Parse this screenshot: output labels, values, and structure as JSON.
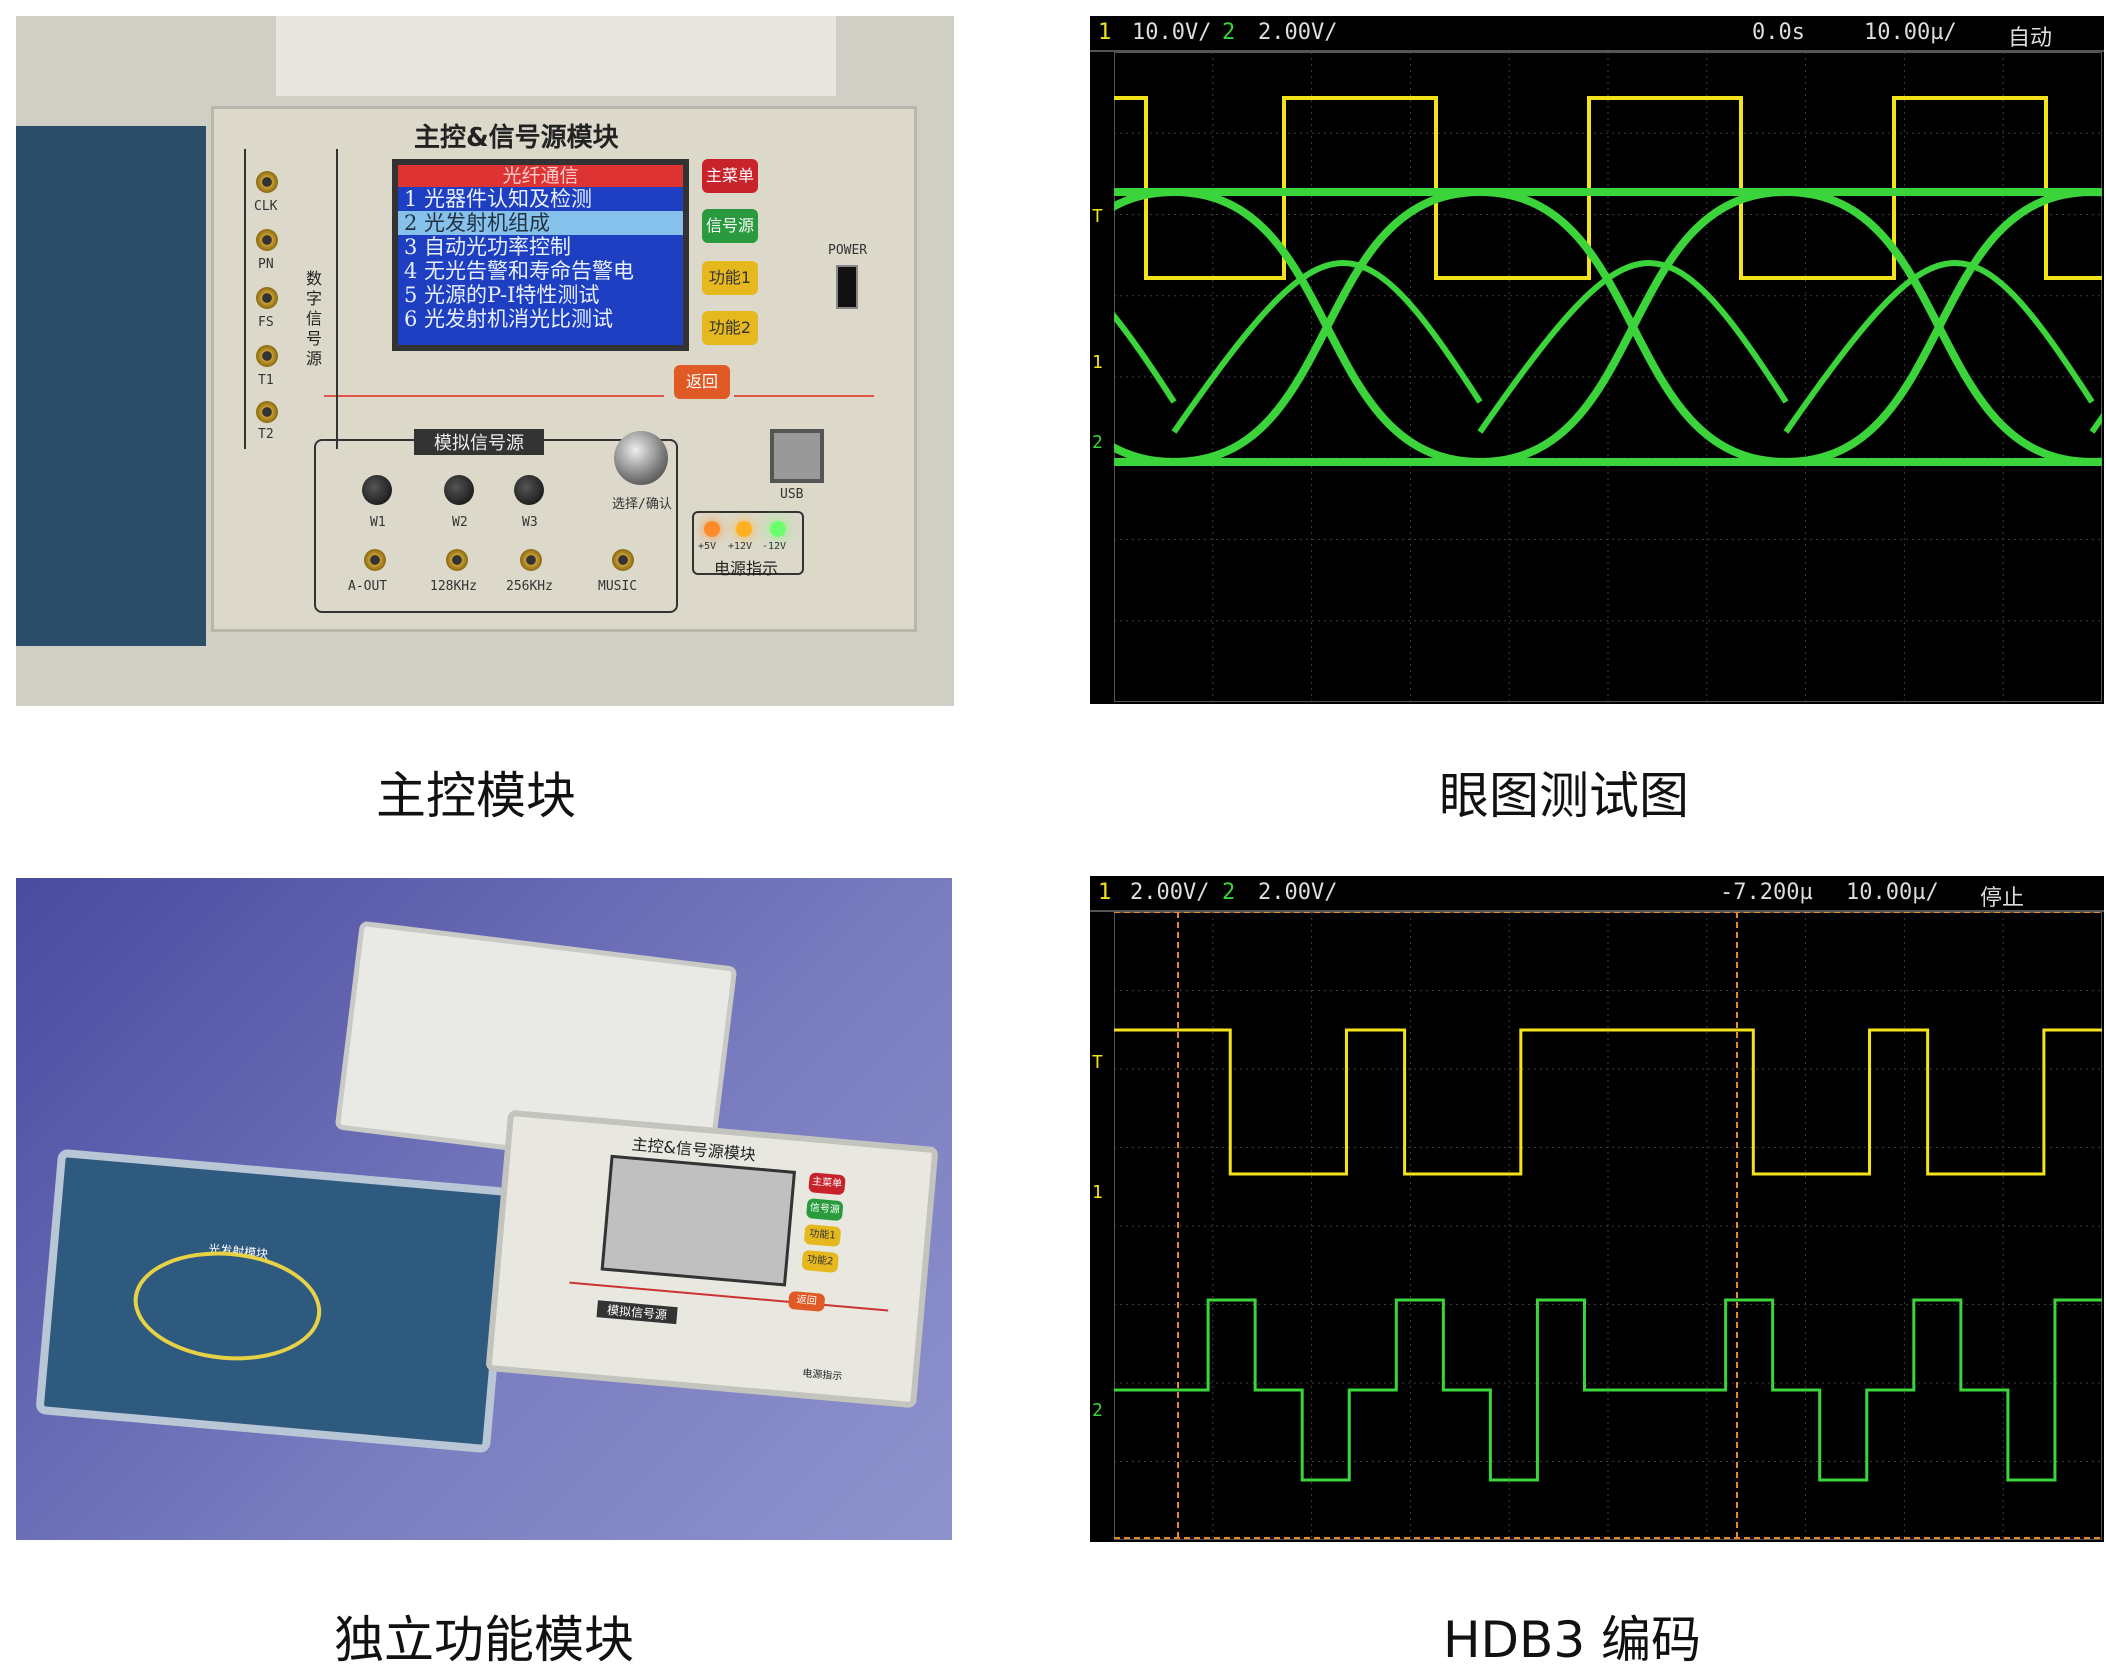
{
  "captions": {
    "main_control": "主控模块",
    "eye_diagram": "眼图测试图",
    "standalone": "独立功能模块",
    "hdb3": "HDB3 编码"
  },
  "photo_main": {
    "title": "主控&信号源模块",
    "lcd_header": "光纤通信",
    "lcd_items": [
      "1 光器件认知及检测",
      "2 光发射机组成",
      "3 自动光功率控制",
      "4 无光告警和寿命告警电",
      "5 光源的P-I特性测试",
      "6 光发射机消光比测试"
    ],
    "buttons": [
      "主菜单",
      "信号源",
      "功能1",
      "功能2",
      "返回"
    ],
    "side_labels": [
      "CLK",
      "PN",
      "FS",
      "T1",
      "T2"
    ],
    "side_title": "数字信号源",
    "analog_title": "模拟信号源",
    "analog_knobs": [
      "W1",
      "W2",
      "W3"
    ],
    "analog_outs": [
      "A-OUT",
      "128KHz",
      "256KHz",
      "MUSIC"
    ],
    "select_label": "选择/确认",
    "usb_label": "USB",
    "power_label": "POWER",
    "power_leds": [
      "+5V",
      "+12V",
      "-12V"
    ],
    "power_title": "电源指示"
  },
  "photo_modules": {
    "panel_title": "主控&信号源模块",
    "buttons": [
      "主菜单",
      "信号源",
      "功能1",
      "功能2",
      "返回"
    ],
    "analog_title": "模拟信号源",
    "board_title": "光发射模块",
    "power_title": "电源指示"
  },
  "scope_eye": {
    "ch1_num": "1",
    "ch1_scale": "10.0V/",
    "ch2_num": "2",
    "ch2_scale": "2.00V/",
    "time_offset": "0.0s",
    "time_scale": "10.00µ/",
    "mode": "自动",
    "marker_t": "T",
    "marker_1": "1",
    "marker_2": "2"
  },
  "scope_hdb3": {
    "ch1_num": "1",
    "ch1_scale": "2.00V/",
    "ch2_num": "2",
    "ch2_scale": "2.00V/",
    "time_offset": "-7.200µ",
    "time_scale": "10.00µ/",
    "mode": "停止",
    "marker_t": "T",
    "marker_1": "1",
    "marker_2": "2",
    "ch1_levels": [
      1,
      1,
      0,
      0,
      1,
      0,
      0,
      1,
      1,
      1,
      1,
      0,
      0,
      1,
      0,
      0,
      1
    ],
    "ch2_levels": [
      0,
      0,
      1,
      0,
      -1,
      0,
      1,
      0,
      -1,
      1,
      0,
      0,
      0,
      1,
      0,
      -1,
      0,
      1,
      0,
      -1,
      1
    ]
  },
  "colors": {
    "ch1": "#f4e31a",
    "ch2": "#3bd43b",
    "grid": "#3c3c3c"
  }
}
